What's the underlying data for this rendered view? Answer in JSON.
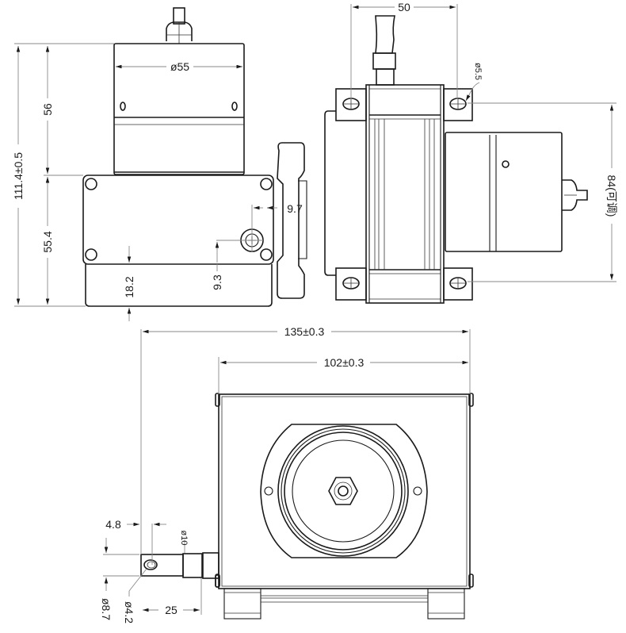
{
  "drawing": {
    "type": "mechanical dimension drawing",
    "views": [
      "side-view",
      "top-view",
      "front-view"
    ],
    "line_color": "#1a1a1a",
    "dimension_line_color": "#8a8a8a",
    "background": "#ffffff"
  },
  "side_view": {
    "diameter_label": "ø55",
    "height_upper": "56",
    "height_total": "111.4±0.5",
    "height_lower": "55.4",
    "base_offset": "18.2",
    "hole_vertical": "9.3",
    "hole_horizontal": "9.7"
  },
  "top_view": {
    "width_label": "50",
    "hole_diameter": "ø5.5",
    "hole_spacing": "84(可调)"
  },
  "front_view": {
    "overall_width": "135±0.3",
    "body_width": "102±0.3",
    "cable_end_offset": "4.8",
    "cable_diameter": "ø10",
    "eyelet_outer": "ø8.7",
    "eyelet_hole": "ø4.2",
    "cable_length": "25"
  }
}
